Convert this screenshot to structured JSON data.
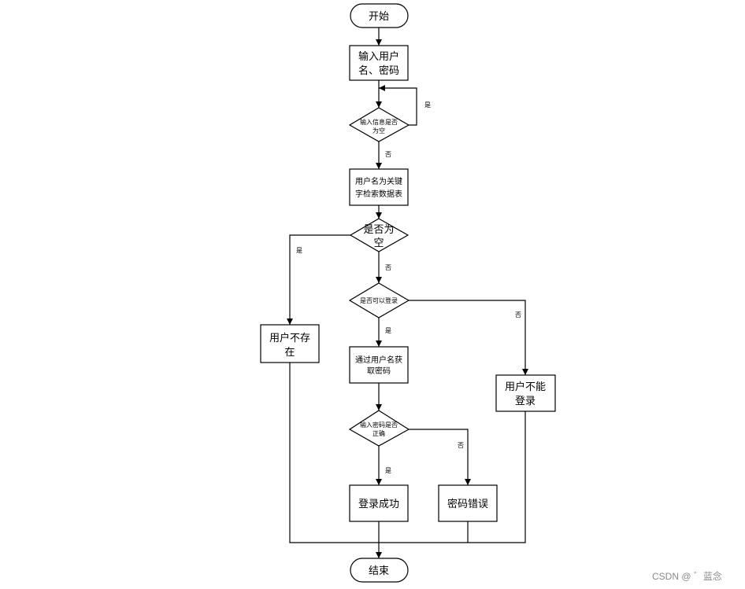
{
  "nodes": {
    "start": "开始",
    "input": [
      "输入用户",
      "名、密码"
    ],
    "check_empty": [
      "输入信息是否",
      "为空"
    ],
    "search": [
      "用户名为关键",
      "字检索数据表"
    ],
    "result_empty": [
      "是否为",
      "空"
    ],
    "user_not_exist": [
      "用户不存",
      "在"
    ],
    "can_login": "是否可以登录",
    "get_password": [
      "通过用户名获",
      "取密码"
    ],
    "cannot_login": [
      "用户不能",
      "登录"
    ],
    "password_correct": [
      "输入密码是否",
      "正确"
    ],
    "login_success": "登录成功",
    "password_wrong": "密码错误",
    "end": "结束"
  },
  "edge_labels": {
    "loop_yes": "是",
    "check_empty_no": "否",
    "result_empty_yes": "是",
    "result_empty_no": "否",
    "can_login_yes": "是",
    "can_login_no": "否",
    "password_yes": "是",
    "password_no": "否"
  },
  "watermark": "CSDN @ ゛蓝念"
}
